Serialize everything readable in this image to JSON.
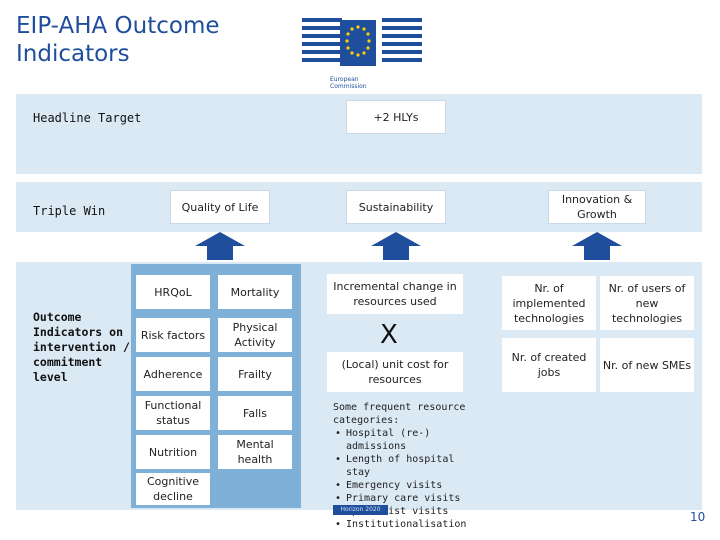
{
  "title": "EIP-AHA Outcome Indicators",
  "logo_caption": "European Commission",
  "headline_label": "Headline Target",
  "headline_value": "+2 HLYs",
  "triple_win_label": "Triple Win",
  "triple_win": [
    "Quality of Life",
    "Sustainability",
    "Innovation & Growth"
  ],
  "outcome_label": "Outcome Indicators on intervention / commitment level",
  "qol_indicators": [
    "HRQoL",
    "Mortality",
    "Risk factors",
    "Physical Activity",
    "Adherence",
    "Frailty",
    "Functional status",
    "Falls",
    "Nutrition",
    "Mental health",
    "Cognitive decline"
  ],
  "sustainability": {
    "top": "Incremental change in resources used",
    "operator": "X",
    "bottom": "(Local) unit cost for resources",
    "intro": "Some frequent resource categories:",
    "categories": [
      "Hospital (re-) admissions",
      "Length of hospital stay",
      "Emergency visits",
      "Primary care visits",
      "Specialist visits",
      "Institutionalisation"
    ]
  },
  "innovation": [
    "Nr. of implemented technologies",
    "Nr. of users of new technologies",
    "Nr. of created jobs",
    "Nr. of new SMEs"
  ],
  "footer_tag": "Horizon 2020",
  "page_number": "10",
  "colors": {
    "band_light": "#dbe9f5",
    "band_dark": "#7fb0d8",
    "arrow": "#1f4e9c",
    "title": "#1f4e9c"
  }
}
